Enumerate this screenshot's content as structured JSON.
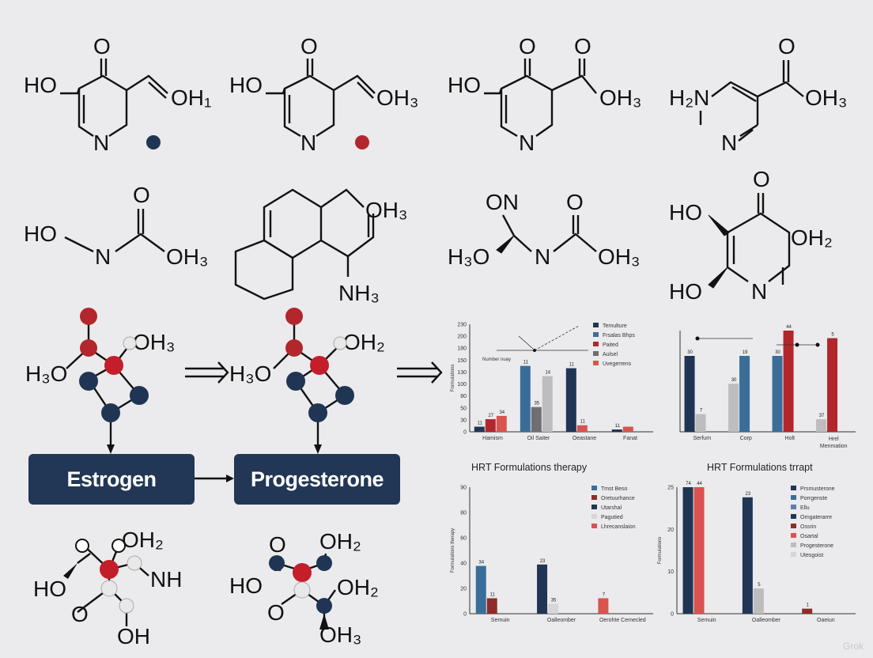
{
  "molecules": {
    "m1": {
      "ho": "HO",
      "o": "O",
      "tail": "OH₁",
      "n": "N"
    },
    "m2": {
      "ho": "HO",
      "o": "O",
      "tail": "OH₃",
      "n": "N"
    },
    "m3": {
      "ho": "HO",
      "o": "O",
      "o2": "O",
      "tail": "OH₃",
      "n": "N"
    },
    "m4": {
      "h2n": "H₂N",
      "o": "O",
      "tail": "OH₃",
      "n": "N"
    },
    "m5": {
      "ho": "HO",
      "o": "O",
      "n": "N",
      "tail": "OH₃"
    },
    "m6": {
      "tail": "OH₃",
      "nh": "NH₃"
    },
    "m7": {
      "on": "ON",
      "h3o": "H₃O",
      "n": "N",
      "o": "O",
      "tail": "OH₃"
    },
    "m8": {
      "ho1": "HO",
      "o": "O",
      "oh2": "OH₂",
      "ho2": "HO",
      "n": "N"
    }
  },
  "ball_models": {
    "b1": {
      "top": "OH₃",
      "left": "H₃O"
    },
    "b2": {
      "top": "OH₂",
      "left": "H₃O"
    }
  },
  "boxes": {
    "estrogen": "Estrogen",
    "progesterone": "Progesterone"
  },
  "bottom_molecules": {
    "b3": {
      "oh2": "OH₂",
      "nh": "NH",
      "ho": "HO",
      "o": "O",
      "oh": "OH"
    },
    "b4": {
      "oh2a": "OH₂",
      "o": "O",
      "ho": "HO",
      "o2": "O",
      "oh2b": "OH₂",
      "oh3": "OH₃"
    }
  },
  "colors": {
    "navy": "#1f3553",
    "blue": "#3a6e99",
    "red": "#b3262c",
    "lightred": "#d9534f",
    "gray": "#bdbdbf",
    "lightgray": "#d6d6d8",
    "darkred": "#8e2c2c",
    "mid": "#6f6f72"
  },
  "chart_data": [
    {
      "type": "bar",
      "ylim": [
        0,
        230
      ],
      "yticks": [
        "0",
        "30",
        "50",
        "80",
        "100",
        "130",
        "150",
        "180",
        "200",
        "230"
      ],
      "ylabel": "Formulations",
      "annotation": "Number nuay",
      "categories": [
        "Hamism",
        "Oil Saiter",
        "Oeastane",
        "Fanat"
      ],
      "series": [
        {
          "name": "Temulture",
          "color": "#1f3553",
          "values": [
            11,
            0,
            136,
            5
          ]
        },
        {
          "name": "Frsalas Bhps",
          "color": "#3a6e99",
          "values": [
            0,
            141,
            0,
            0
          ]
        },
        {
          "name": "Paited",
          "color": "#b3262c",
          "values": [
            27,
            0,
            0,
            0
          ]
        },
        {
          "name": "Aulsel",
          "color": "#6f6f72",
          "values": [
            0,
            53,
            0,
            0
          ]
        },
        {
          "name": "Uvegerrens",
          "color": "#d9534f",
          "values": [
            34,
            0,
            14,
            11
          ]
        },
        {
          "name": "",
          "color": "#bdbdbf",
          "values": [
            0,
            119,
            0,
            0
          ]
        }
      ],
      "data_labels": [
        "11",
        "27",
        "34",
        "11",
        "35",
        "14",
        "11",
        "11",
        "11"
      ]
    },
    {
      "type": "bar",
      "ylim": [
        0,
        40
      ],
      "categories": [
        "Serfum",
        "Corp",
        "Holt",
        "Hrel Menmation"
      ],
      "series": [
        {
          "name": "",
          "color": "#1f3553",
          "values": [
            30,
            0,
            0,
            0
          ]
        },
        {
          "name": "",
          "color": "#bdbdbf",
          "values": [
            7,
            19,
            0,
            5
          ]
        },
        {
          "name": "",
          "color": "#3a6e99",
          "values": [
            0,
            30,
            30,
            0
          ]
        },
        {
          "name": "",
          "color": "#b3262c",
          "values": [
            0,
            0,
            44,
            37
          ]
        }
      ],
      "data_labels": [
        "30",
        "7",
        "30",
        "19",
        "30",
        "44",
        "37",
        "5"
      ]
    },
    {
      "type": "bar",
      "title": "HRT Formulations therapy",
      "ylim": [
        0,
        90
      ],
      "yticks": [
        "0",
        "20",
        "40",
        "60",
        "80",
        "90"
      ],
      "ylabel": "Formulations therapy",
      "categories": [
        "Semuin",
        "Oalleomber",
        "Oerohte Cemecled"
      ],
      "series": [
        {
          "name": "Tmst Beso",
          "color": "#3a6e99",
          "values": [
            34,
            0,
            0
          ]
        },
        {
          "name": "Oretuurhance",
          "color": "#8e2c2c",
          "values": [
            11,
            0,
            0
          ]
        },
        {
          "name": "Utarshal",
          "color": "#1f3553",
          "values": [
            0,
            35,
            0
          ]
        },
        {
          "name": "Pagutied",
          "color": "#d6d6d8",
          "values": [
            0,
            7,
            0
          ]
        },
        {
          "name": "Lhrecanslaion",
          "color": "#d9534f",
          "values": [
            0,
            0,
            11
          ]
        }
      ],
      "data_labels": [
        "34",
        "11",
        "23",
        "35",
        "7",
        "7",
        "11",
        "1"
      ]
    },
    {
      "type": "bar",
      "title": "HRT Formulations trrapt",
      "ylim": [
        0,
        25
      ],
      "yticks": [
        "0",
        "10",
        "20",
        "25"
      ],
      "ylabel": "Formulations",
      "categories": [
        "Semuin",
        "Oalleomber",
        "Oaeiun"
      ],
      "series": [
        {
          "name": "Prsmusterone",
          "color": "#1f3553",
          "values": [
            74,
            0,
            0
          ]
        },
        {
          "name": "Porrgenste",
          "color": "#3a6e99",
          "values": [
            0,
            0,
            0
          ]
        },
        {
          "name": "Ellu",
          "color": "#5a7fa8",
          "values": [
            0,
            0,
            0
          ]
        },
        {
          "name": "Orngaterarre",
          "color": "#223656",
          "values": [
            0,
            23,
            0
          ]
        },
        {
          "name": "Ossrin",
          "color": "#8e2c2c",
          "values": [
            0,
            0,
            1
          ]
        },
        {
          "name": "Osartal",
          "color": "#d9534f",
          "values": [
            44,
            0,
            0
          ]
        },
        {
          "name": "Progesterone",
          "color": "#bdbdbf",
          "values": [
            0,
            5,
            0
          ]
        },
        {
          "name": "Utesgoist",
          "color": "#d6d6d8",
          "values": [
            0,
            0,
            0
          ]
        }
      ],
      "data_labels": [
        "74",
        "44",
        "23",
        "5",
        "1",
        "1"
      ]
    }
  ],
  "watermark": "Grok"
}
